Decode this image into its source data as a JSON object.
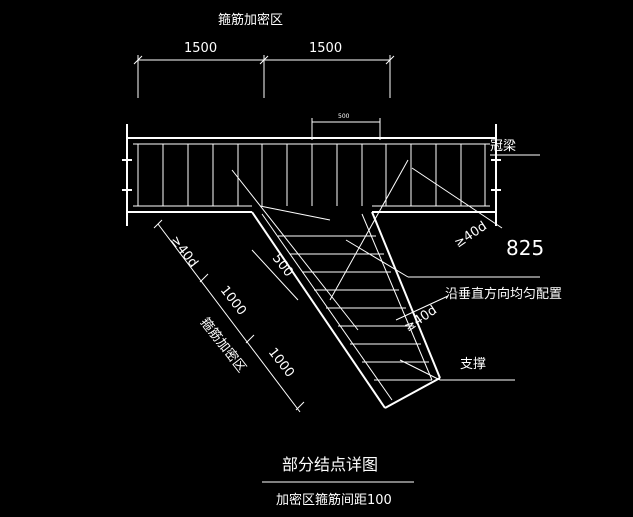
{
  "labels": {
    "top_zone": "箍筋加密区",
    "dim_left": "1500",
    "dim_right": "1500",
    "dim_small": "500",
    "crown_beam": "冠梁",
    "num_825": "825",
    "vertical_note": "沿垂直方向均匀配置",
    "support": "支撑",
    "left_40d": "≥40d",
    "right_40d_top": "≥40d",
    "right_40d_mid": "≥40d",
    "diag_500": "500",
    "diag_1000_a": "1000",
    "diag_1000_b": "1000",
    "diag_zone": "箍筋加密区",
    "title": "部分结点详图",
    "subtitle": "加密区箍筋间距100"
  },
  "colors": {
    "background": "#000000",
    "line": "#ffffff"
  }
}
